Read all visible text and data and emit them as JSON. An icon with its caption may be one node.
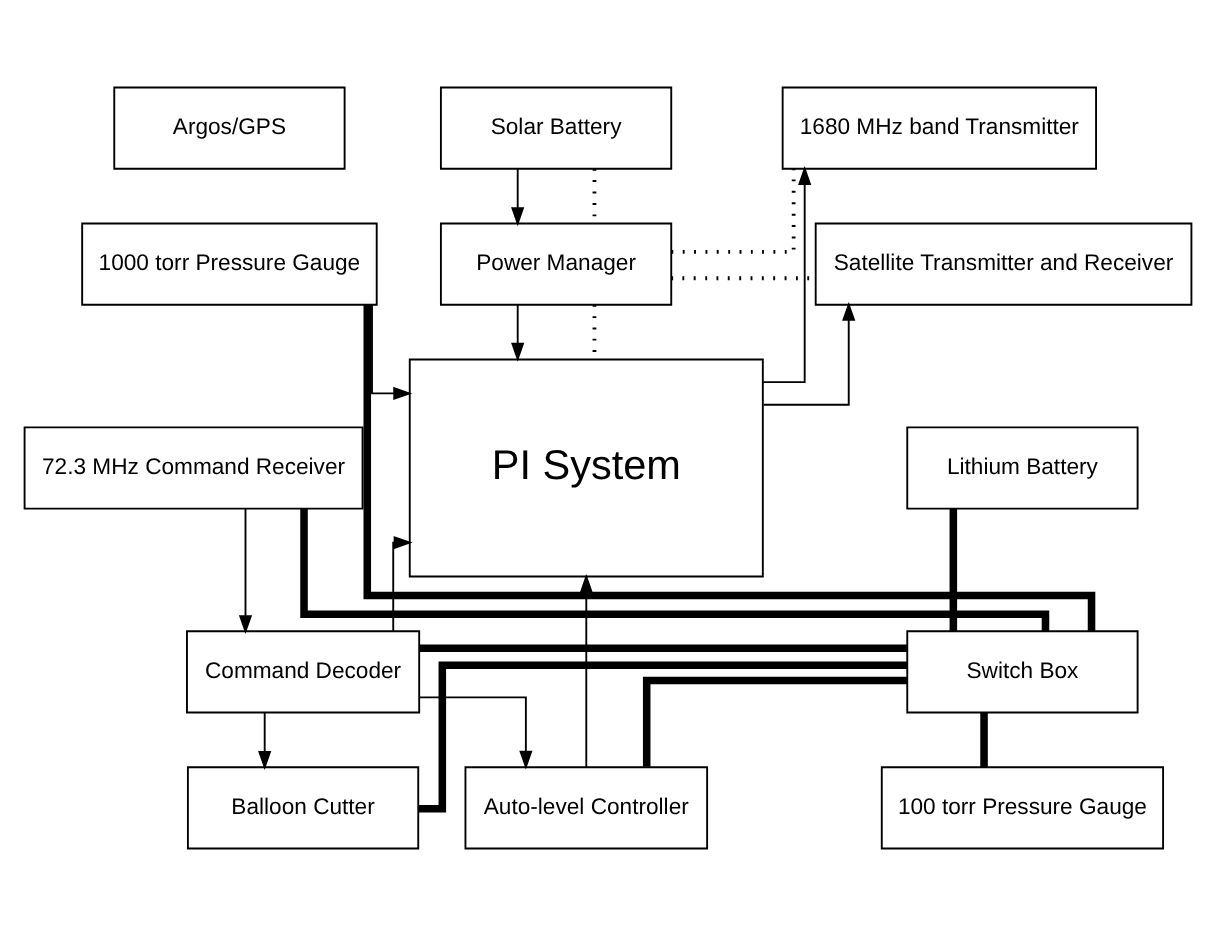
{
  "diagram": {
    "nodes": [
      {
        "text": [
          "Argos/GPS"
        ]
      },
      {
        "text": [
          "Solar Battery"
        ]
      },
      {
        "text": [
          "1680 MHz band Transmitter"
        ]
      },
      {
        "text": [
          "1000 torr Pressure Gauge"
        ]
      },
      {
        "text": [
          "Power Manager"
        ]
      },
      {
        "text": [
          "Satellite Transmitter and Receiver"
        ]
      },
      {
        "text": [
          "72.3 MHz Command Receiver"
        ]
      },
      {
        "text": [
          "PI System"
        ]
      },
      {
        "text": [
          "Lithium Battery"
        ]
      },
      {
        "text": [
          "Command Decoder"
        ]
      },
      {
        "text": [
          "Switch Box"
        ]
      },
      {
        "text": [
          "Balloon Cutter"
        ]
      },
      {
        "text": [
          "Auto-level Controller"
        ]
      },
      {
        "text": [
          "100 torr Pressure Gauge"
        ]
      }
    ],
    "edges": [
      {
        "from": 1,
        "to": 4,
        "arrow": "to"
      },
      {
        "from": 1,
        "to": 4,
        "arrow": "none",
        "style": "dashed"
      },
      {
        "from": 4,
        "to": 7,
        "arrow": "to"
      },
      {
        "from": 4,
        "to": 7,
        "arrow": "none",
        "style": "dashed"
      },
      {
        "from": 4,
        "to": 2,
        "arrow": "none",
        "style": "dashed"
      },
      {
        "from": 4,
        "to": 5,
        "arrow": "none",
        "style": "dashed"
      },
      {
        "from": 3,
        "to": 7,
        "arrow": "to"
      },
      {
        "from": 7,
        "to": 2,
        "arrow": "to"
      },
      {
        "from": 7,
        "to": 5,
        "arrow": "to"
      },
      {
        "from": 6,
        "to": 9,
        "arrow": "to"
      },
      {
        "from": 9,
        "to": 7,
        "arrow": "to"
      },
      {
        "from": 9,
        "to": 11,
        "arrow": "to"
      },
      {
        "from": 9,
        "to": 12,
        "arrow": "to"
      },
      {
        "from": 12,
        "to": 7,
        "arrow": "to"
      },
      {
        "from": 8,
        "to": 10,
        "arrow": "none",
        "style": "thick"
      },
      {
        "from": 10,
        "to": 13,
        "arrow": "none",
        "style": "thick"
      },
      {
        "from": 10,
        "to": 11,
        "arrow": "none",
        "style": "thick"
      },
      {
        "from": 10,
        "to": 12,
        "arrow": "none",
        "style": "thick"
      },
      {
        "from": 10,
        "to": 9,
        "arrow": "none",
        "style": "thick"
      },
      {
        "from": 10,
        "to": 6,
        "arrow": "none",
        "style": "thick"
      },
      {
        "from": 10,
        "to": 3,
        "arrow": "none",
        "style": "thick"
      }
    ]
  }
}
